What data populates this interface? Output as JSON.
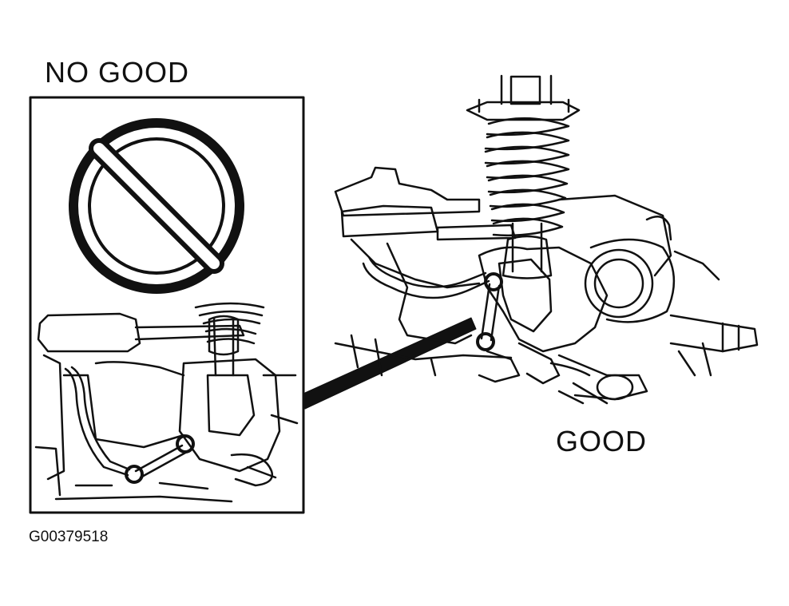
{
  "labels": {
    "no_good": "NO GOOD",
    "good": "GOOD",
    "figure_id": "G00379518"
  },
  "icons": {
    "prohibition": "prohibition-icon"
  },
  "colors": {
    "line": "#111111",
    "background": "#ffffff"
  }
}
